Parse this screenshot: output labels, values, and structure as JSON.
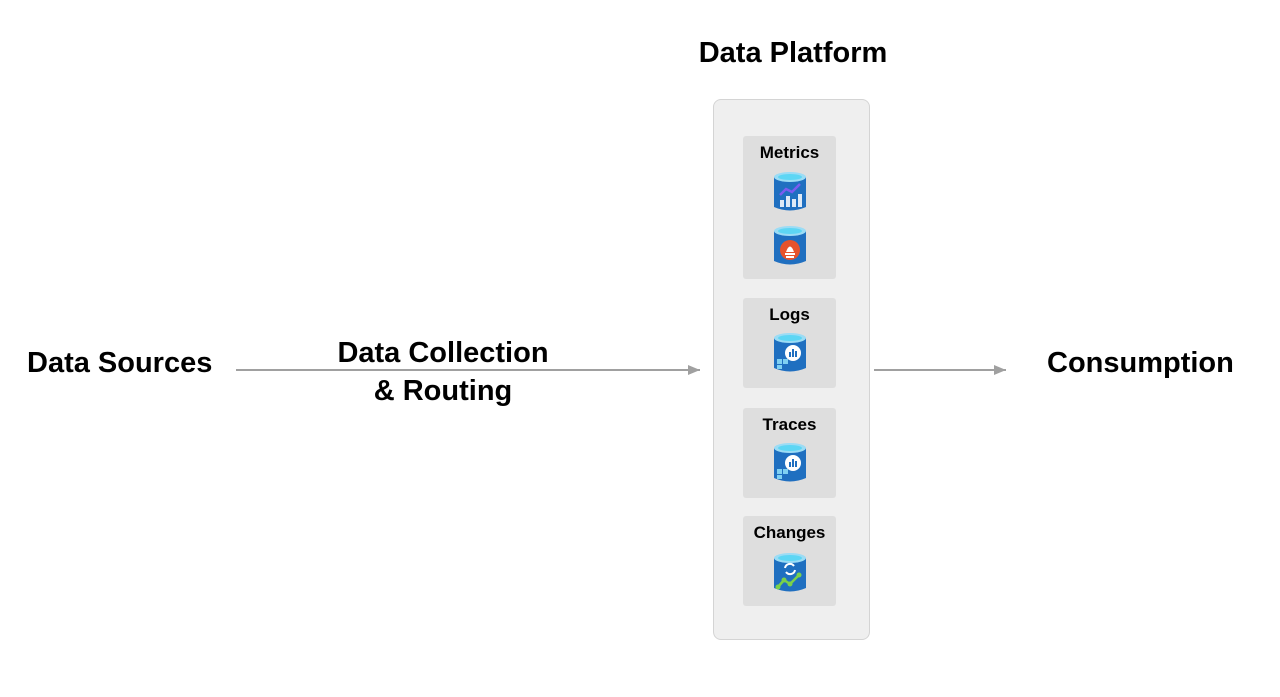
{
  "title": "Data Platform",
  "flow": {
    "sources": "Data Sources",
    "collection": "Data Collection\n& Routing",
    "consumption": "Consumption"
  },
  "platform": {
    "stores": [
      {
        "label": "Metrics",
        "icons": [
          "metrics-database-icon",
          "prometheus-database-icon"
        ]
      },
      {
        "label": "Logs",
        "icons": [
          "log-analytics-database-icon"
        ]
      },
      {
        "label": "Traces",
        "icons": [
          "log-analytics-database-icon"
        ]
      },
      {
        "label": "Changes",
        "icons": [
          "change-analysis-database-icon"
        ]
      }
    ]
  },
  "colors": {
    "arrow": "#a0a0a0",
    "platform_bg": "#efefef",
    "card_bg": "#dedede",
    "db_blue": "#1f6fc0",
    "db_top": "#5dd6f4",
    "prometheus_orange": "#e6522c",
    "metrics_purple": "#7a5cf0",
    "change_green": "#7ad14a"
  }
}
